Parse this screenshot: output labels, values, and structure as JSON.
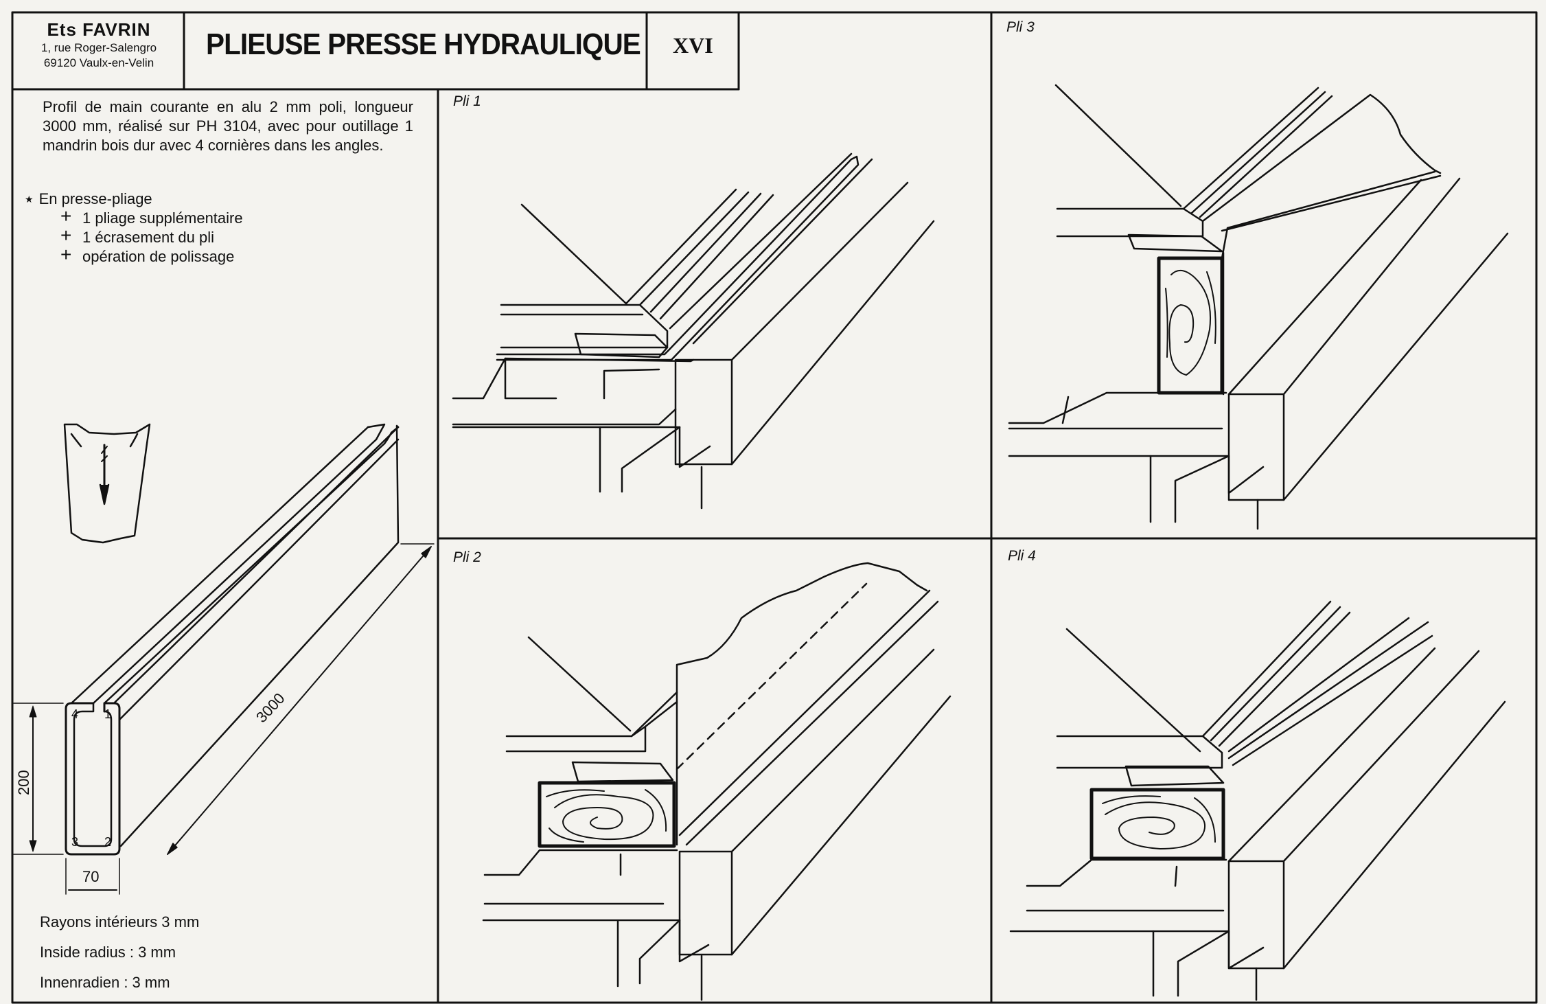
{
  "company": {
    "name": "Ets FAVRIN",
    "address_line1": "1, rue Roger-Salengro",
    "address_line2": "69120 Vaulx-en-Velin"
  },
  "title": "PLIEUSE PRESSE HYDRAULIQUE",
  "plate_number": "XVI",
  "description": "Profil de main courante en alu 2 mm poli, longueur 3000 mm, réalisé sur PH 3104, avec pour outillage 1 mandrin bois dur avec 4 cornières dans les angles.",
  "operations": {
    "heading": "En presse-pliage",
    "items": [
      "1 pliage supplémentaire",
      "1 écrasement du pli",
      "opération de polissage"
    ]
  },
  "dimensions": {
    "length": "3000",
    "height": "200",
    "width": "70",
    "corner_numbers": [
      "4",
      "1",
      "3",
      "2"
    ]
  },
  "radius_notes": [
    "Rayons intérieurs 3 mm",
    "Inside radius : 3 mm",
    "Innenradien : 3 mm"
  ],
  "panels": [
    {
      "label": "Pli 1"
    },
    {
      "label": "Pli 2"
    },
    {
      "label": "Pli 3"
    },
    {
      "label": "Pli 4"
    }
  ],
  "colors": {
    "ink": "#111111",
    "paper": "#f4f3ef"
  }
}
